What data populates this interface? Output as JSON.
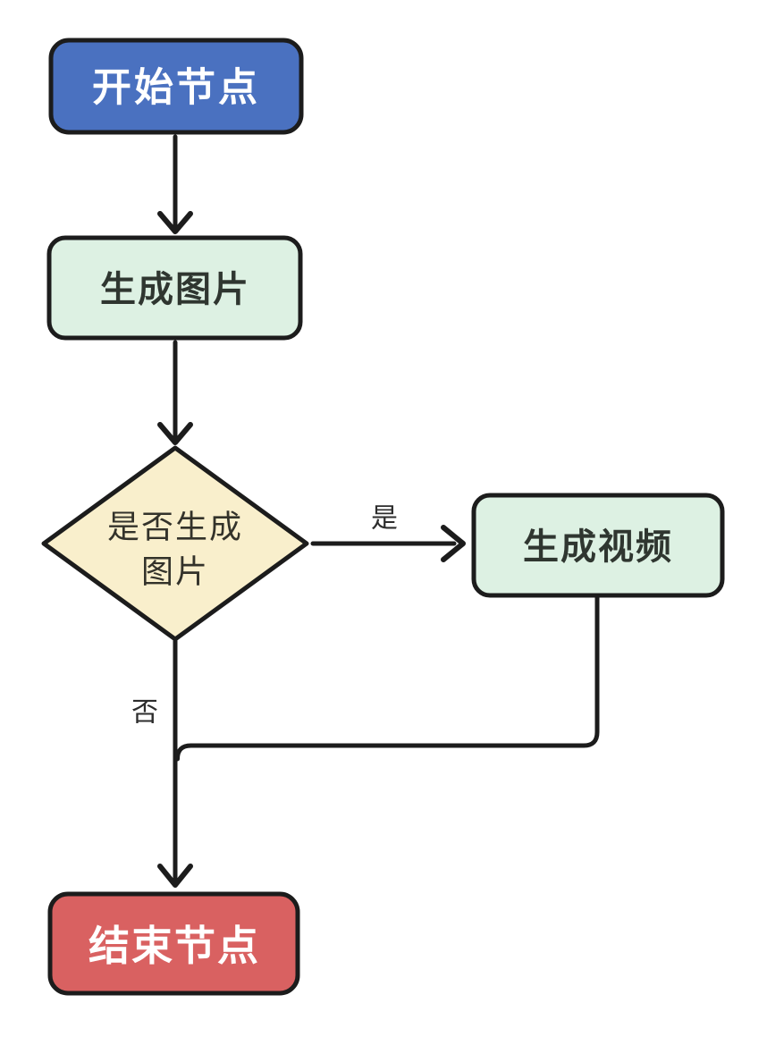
{
  "diagram": {
    "background": "#ffffff",
    "line_color": "#1c1c1c",
    "edge_label_color": "#2d2d2d",
    "nodes": {
      "start": {
        "label": "开始节点",
        "shape": "rounded-rect",
        "fill": "#4a71c0",
        "text_color": "#ffffff"
      },
      "generate_image": {
        "label": "生成图片",
        "shape": "rounded-rect",
        "fill": "#ddf1e3",
        "text_color": "#2f3630"
      },
      "decision": {
        "lines": [
          "是否生成",
          "图片"
        ],
        "shape": "diamond",
        "fill": "#f9efcc",
        "text_color": "#33322a"
      },
      "generate_video": {
        "label": "生成视频",
        "shape": "rounded-rect",
        "fill": "#ddf1e3",
        "text_color": "#2f3630"
      },
      "end": {
        "label": "结束节点",
        "shape": "rounded-rect",
        "fill": "#d96161",
        "text_color": "#ffffff"
      }
    },
    "edges": [
      {
        "from": "start",
        "to": "generate_image",
        "label": ""
      },
      {
        "from": "generate_image",
        "to": "decision",
        "label": ""
      },
      {
        "from": "decision",
        "to": "generate_video",
        "label": "是"
      },
      {
        "from": "decision",
        "to": "end",
        "label": "否"
      },
      {
        "from": "generate_video",
        "to": "end",
        "label": ""
      }
    ]
  }
}
